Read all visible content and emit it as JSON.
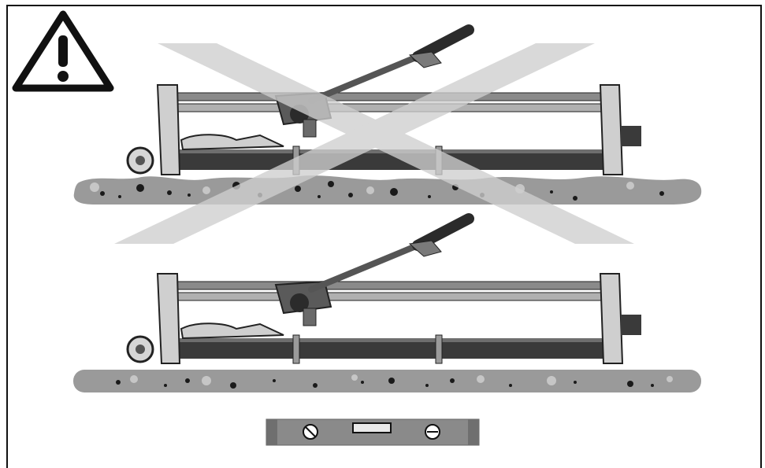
{
  "figure": {
    "description_icons": [
      "warning-icon",
      "tile-cutter",
      "uneven-floor",
      "level-floor",
      "spirit-level"
    ],
    "colors": {
      "outline": "#111111",
      "cross": "#cfcfcf",
      "floor": "#9a9a9a",
      "floor_dots": "#1a1a1a",
      "cutter_dark": "#2b2b2b",
      "cutter_mid": "#7a7a7a",
      "cutter_light": "#d6d6d6",
      "level": "#8a8a8a"
    }
  }
}
